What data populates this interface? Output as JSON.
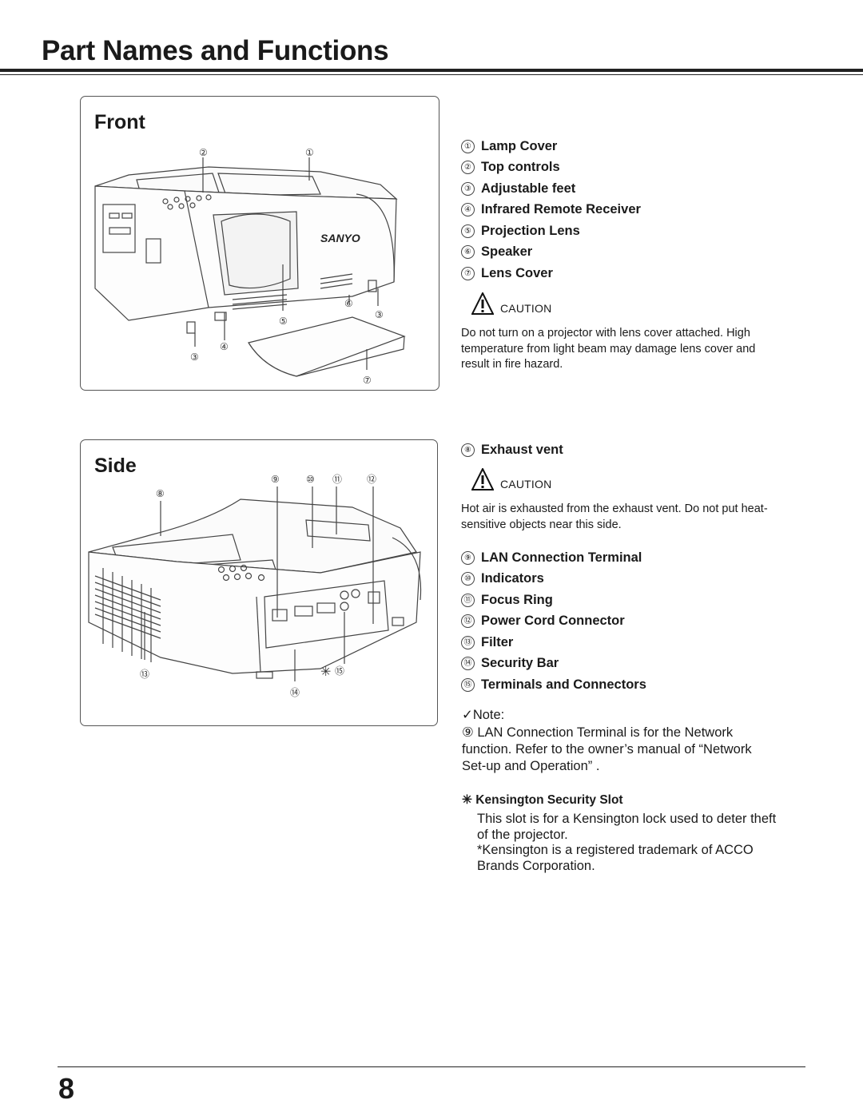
{
  "page": {
    "title": "Part Names and Functions",
    "page_number": "8"
  },
  "front": {
    "title": "Front",
    "image_callouts": [
      "①",
      "②",
      "③",
      "④",
      "⑤",
      "⑥",
      "⑦"
    ],
    "logo": "SANYO",
    "parts": [
      {
        "num": "①",
        "label": "Lamp Cover"
      },
      {
        "num": "②",
        "label": "Top controls"
      },
      {
        "num": "③",
        "label": "Adjustable feet"
      },
      {
        "num": "④",
        "label": "Infrared Remote Receiver"
      },
      {
        "num": "⑤",
        "label": "Projection Lens"
      },
      {
        "num": "⑥",
        "label": "Speaker"
      },
      {
        "num": "⑦",
        "label": "Lens Cover"
      }
    ],
    "caution_label": "CAUTION",
    "caution_text": "Do not turn on a projector with lens cover attached. High temperature from light beam may damage lens cover and result in fire hazard."
  },
  "side": {
    "title": "Side",
    "image_callouts": [
      "⑧",
      "⑨",
      "⑩",
      "⑪",
      "⑫",
      "⑬",
      "⑭",
      "⑮",
      "✳"
    ],
    "exhaust": {
      "num": "⑧",
      "label": "Exhaust vent"
    },
    "caution_label": "CAUTION",
    "caution_text": "Hot air is exhausted from the exhaust vent. Do not put heat-sensitive objects near this side.",
    "parts": [
      {
        "num": "⑨",
        "label": "LAN Connection Terminal"
      },
      {
        "num": "⑩",
        "label": "Indicators"
      },
      {
        "num": "⑪",
        "label": "Focus Ring"
      },
      {
        "num": "⑫",
        "label": "Power Cord Connector"
      },
      {
        "num": "⑬",
        "label": "Filter"
      },
      {
        "num": "⑭",
        "label": "Security Bar"
      },
      {
        "num": "⑮",
        "label": "Terminals and Connectors"
      }
    ]
  },
  "note": {
    "label": "✓Note:",
    "text": "⑨ LAN Connection Terminal is for the Network function. Refer to the owner’s manual of “Network Set-up and Operation” ."
  },
  "kensington": {
    "title": "✳ Kensington Security Slot",
    "line1": "This slot is for a Kensington lock used to deter theft of the projector.",
    "line2": "*Kensington is a registered trademark of ACCO Brands Corporation."
  }
}
